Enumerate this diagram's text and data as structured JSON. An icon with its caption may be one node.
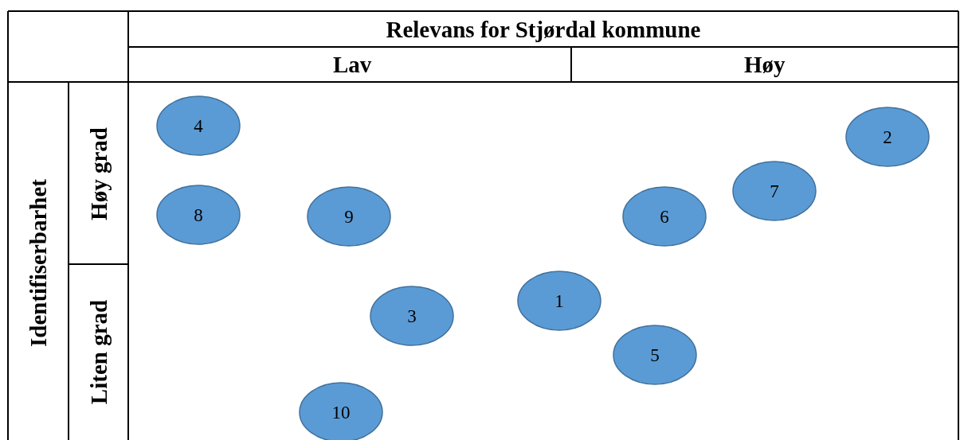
{
  "diagram": {
    "nodes": [
      {
        "text": [
          "4"
        ]
      },
      {
        "text": [
          "2"
        ]
      },
      {
        "text": [
          "7"
        ]
      },
      {
        "text": [
          "8"
        ]
      },
      {
        "text": [
          "9"
        ]
      },
      {
        "text": [
          "6"
        ]
      },
      {
        "text": [
          "1"
        ]
      },
      {
        "text": [
          "3"
        ]
      },
      {
        "text": [
          "5"
        ]
      },
      {
        "text": [
          "10"
        ]
      }
    ],
    "labels": [
      "Relevans for Stjørdal kommune",
      "Lav",
      "Høy",
      "Identifiserbarhet",
      "Høy grad",
      "Liten grad"
    ]
  }
}
